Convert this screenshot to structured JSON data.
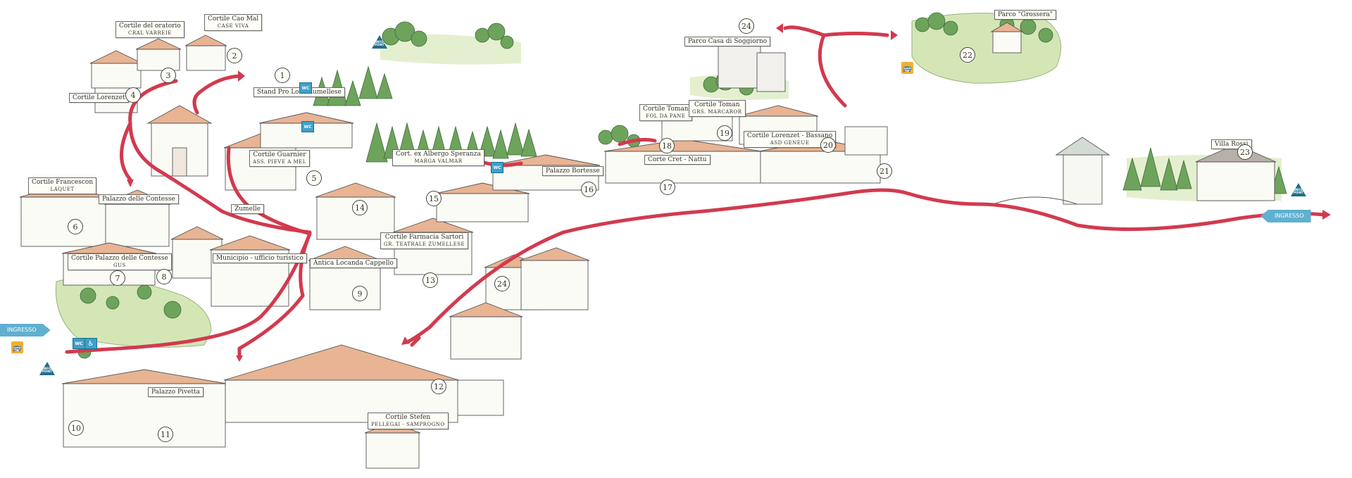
{
  "map": {
    "labels": {
      "cortile_oratorio": "Cortile del oratorio",
      "cortile_oratorio_sub": "CRAL VARREIE",
      "cortile_cao_mal": "Cortile Cao Mal",
      "cortile_cao_mal_sub": "CASE VIVA",
      "cortile_lorenzet_left": "Cortile Lorenzet",
      "stand_pro_loco": "Stand Pro Loco Zumellese",
      "cortile_guarnier": "Cortile Guarnier",
      "cortile_guarnier_sub": "ASS. PIEVE A MEL",
      "zumelle": "Zumelle",
      "cortile_francescon": "Cortile Francescon",
      "cortile_francescon_sub": "LAQUET",
      "palazzo_contesse": "Palazzo delle Contesse",
      "cortile_palazzo_contesse": "Cortile Palazzo delle Contesse",
      "cortile_palazzo_contesse_sub": "GUS",
      "municipio": "Municipio - ufficio turistico",
      "antica_locanda": "Antica Locanda Cappello",
      "cortile_farmacia": "Cortile Farmacia Sartori",
      "cortile_farmacia_sub": "GR. TEATRALE ZUMELLESE",
      "cort_albergo": "Cort. ex Albergo Speranza",
      "cort_albergo_sub": "MARGA VALMAR",
      "palazzo_bortesse": "Palazzo Bortesse",
      "cortile_toman_1": "Cortile Toman",
      "cortile_toman_1_sub": "FOL DA PANE",
      "cortile_toman_2": "Cortile Toman",
      "cortile_toman_2_sub": "GRS. MARCAROR",
      "cortile_lorenzet_bassano": "Cortile Lorenzet - Bassano",
      "cortile_lorenzet_bassano_sub": "ASD GENEUE",
      "corte_cret_nattu": "Corte Cret - Nattu",
      "parco_casa_soggiorno": "Parco Casa di Soggiorno",
      "parco_grossera": "Parco \"Grossera\"",
      "villa_rossi": "Villa Rossi",
      "palazzo_pivetta": "Palazzo Pivetta",
      "cortile_stefen": "Cortile Stefen",
      "cortile_stefen_sub": "PELLEGAI - SAMPROGNO"
    },
    "numbers": {
      "n1": "1",
      "n2": "2",
      "n3": "3",
      "n4": "4",
      "n5": "5",
      "n6": "6",
      "n7": "7",
      "n8": "8",
      "n9": "9",
      "n10": "10",
      "n11": "11",
      "n12": "12",
      "n13": "13",
      "n14": "14",
      "n15": "15",
      "n16": "16",
      "n17": "17",
      "n18": "18",
      "n19": "19",
      "n20": "20",
      "n21": "21",
      "n22": "22",
      "n23": "23",
      "n24_top": "24",
      "n24_road": "24"
    },
    "icons": {
      "wc": "WC",
      "info_point": "INFO POINT",
      "ingresso_left": "INGRESSO",
      "ingresso_right": "INGRESSO"
    },
    "colors": {
      "route": "#d23a4e",
      "info": "#1f6f8b",
      "ingresso": "#5fb0cf",
      "bus": "#f0b030",
      "roof": "#e8b493",
      "tree": "#5f9a52",
      "grass": "#c9dfa6"
    }
  }
}
